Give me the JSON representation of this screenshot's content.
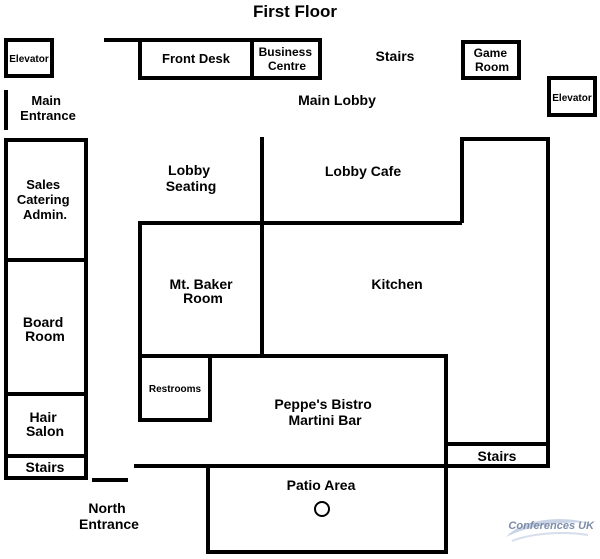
{
  "title": "First Floor",
  "rooms": {
    "elevator_left": "Elevator",
    "front_desk": "Front Desk",
    "business_centre": [
      "Business",
      "Centre"
    ],
    "stairs_top": "Stairs",
    "game_room": [
      "Game",
      "Room"
    ],
    "elevator_right": "Elevator",
    "main_entrance": [
      "Main",
      "Entrance"
    ],
    "main_lobby": "Main Lobby",
    "sales_catering": [
      "Sales",
      "Catering",
      "Admin."
    ],
    "lobby_seating": [
      "Lobby",
      "Seating"
    ],
    "lobby_cafe": "Lobby Cafe",
    "mt_baker": [
      "Mt. Baker",
      "Room"
    ],
    "kitchen": "Kitchen",
    "board_room": [
      "Board",
      "Room"
    ],
    "restrooms": "Restrooms",
    "peppes": [
      "Peppe's Bistro",
      "Martini Bar"
    ],
    "hair_salon": [
      "Hair",
      "Salon"
    ],
    "stairs_left": "Stairs",
    "stairs_right": "Stairs",
    "patio": "Patio Area",
    "north_entrance": [
      "North",
      "Entrance"
    ]
  },
  "watermark": "Conferences UK"
}
